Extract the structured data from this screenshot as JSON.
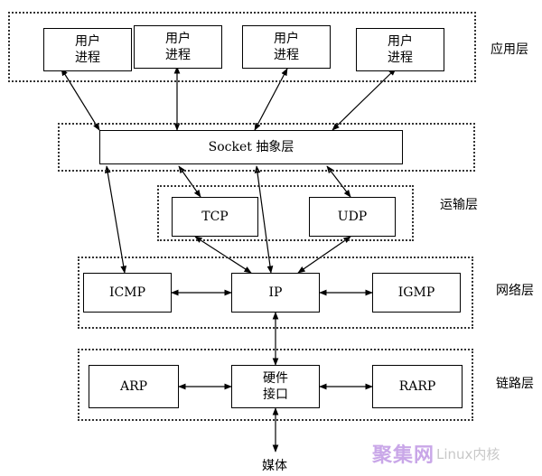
{
  "layers": {
    "application": "应用层",
    "transport": "运输层",
    "network": "网络层",
    "link": "链路层"
  },
  "boxes": {
    "user_process_1": "用户\n进程",
    "user_process_2": "用户\n进程",
    "user_process_3": "用户\n进程",
    "user_process_4": "用户\n进程",
    "socket": "Socket 抽象层",
    "tcp": "TCP",
    "udp": "UDP",
    "icmp": "ICMP",
    "ip": "IP",
    "igmp": "IGMP",
    "arp": "ARP",
    "hardware_interface": "硬件\n接口",
    "rarp": "RARP"
  },
  "media": "媒体",
  "watermark": {
    "big": "聚集网",
    "small": "Linux内核"
  }
}
